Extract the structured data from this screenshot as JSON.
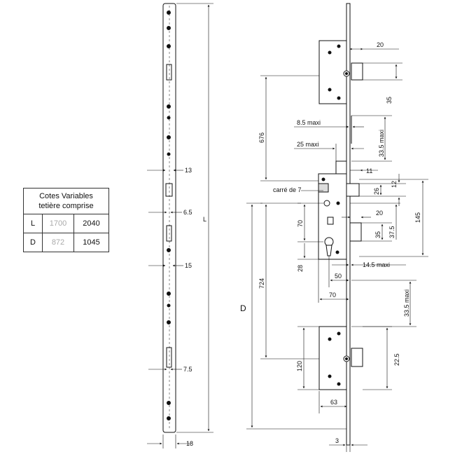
{
  "table": {
    "title_line1": "Cotes Variables",
    "title_line2": "tetière comprise",
    "rows": [
      {
        "key": "L",
        "old": "1700",
        "new": "2040"
      },
      {
        "key": "D",
        "old": "872",
        "new": "1045"
      }
    ],
    "old_value_color": "#aaaaaa"
  },
  "bar_dims": {
    "w13": "13",
    "w65": "6.5",
    "w15": "15",
    "w75": "7.5",
    "w18": "18",
    "L": "L"
  },
  "lock_dims": {
    "d20_top": "20",
    "d35_top": "35",
    "d85": "8.5 maxi",
    "d335_a": "33.5 maxi",
    "d25": "25 maxi",
    "d676": "676",
    "d11": "11",
    "d26": "26",
    "d12": "12",
    "carre": "carré de 7",
    "d20_mid": "20",
    "d145": "145",
    "d70_v": "70",
    "d35_mid": "35",
    "d375": "37.5",
    "d28": "28",
    "d145_maxi": "14.5 maxi",
    "d50": "50",
    "d724": "724",
    "d70_h": "70",
    "d335_b": "33.5 maxi",
    "D": "D",
    "d225": "22.5",
    "d120": "120",
    "d63": "63",
    "d3": "3"
  }
}
